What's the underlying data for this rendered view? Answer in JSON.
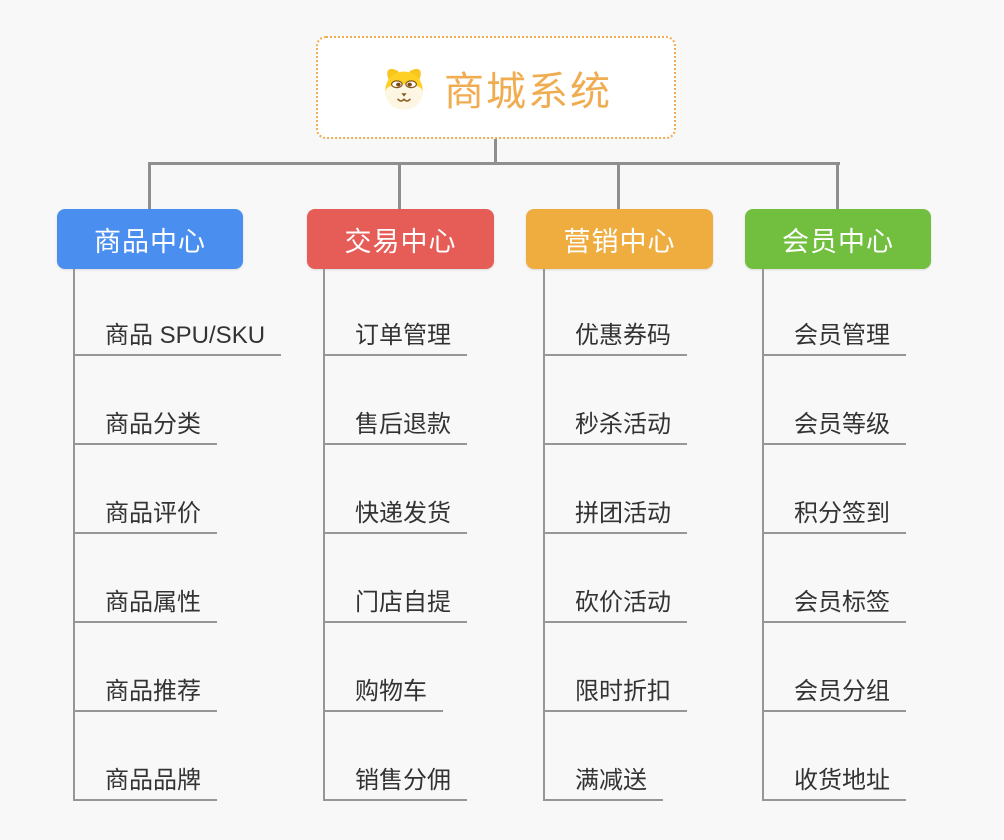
{
  "root": {
    "title": "商城系统",
    "icon": "dog-face-icon",
    "accent_color": "#F0AC50",
    "border_color": "#F2AA4E"
  },
  "connector_color": "#8F8F8F",
  "branches": [
    {
      "label": "商品中心",
      "color": "#4A8FF0",
      "children": [
        "商品 SPU/SKU",
        "商品分类",
        "商品评价",
        "商品属性",
        "商品推荐",
        "商品品牌"
      ]
    },
    {
      "label": "交易中心",
      "color": "#E65C57",
      "children": [
        "订单管理",
        "售后退款",
        "快递发货",
        "门店自提",
        "购物车",
        "销售分佣"
      ]
    },
    {
      "label": "营销中心",
      "color": "#EFAD40",
      "children": [
        "优惠券码",
        "秒杀活动",
        "拼团活动",
        "砍价活动",
        "限时折扣",
        "满减送"
      ]
    },
    {
      "label": "会员中心",
      "color": "#72BF40",
      "children": [
        "会员管理",
        "会员等级",
        "积分签到",
        "会员标签",
        "会员分组",
        "收货地址"
      ]
    }
  ]
}
